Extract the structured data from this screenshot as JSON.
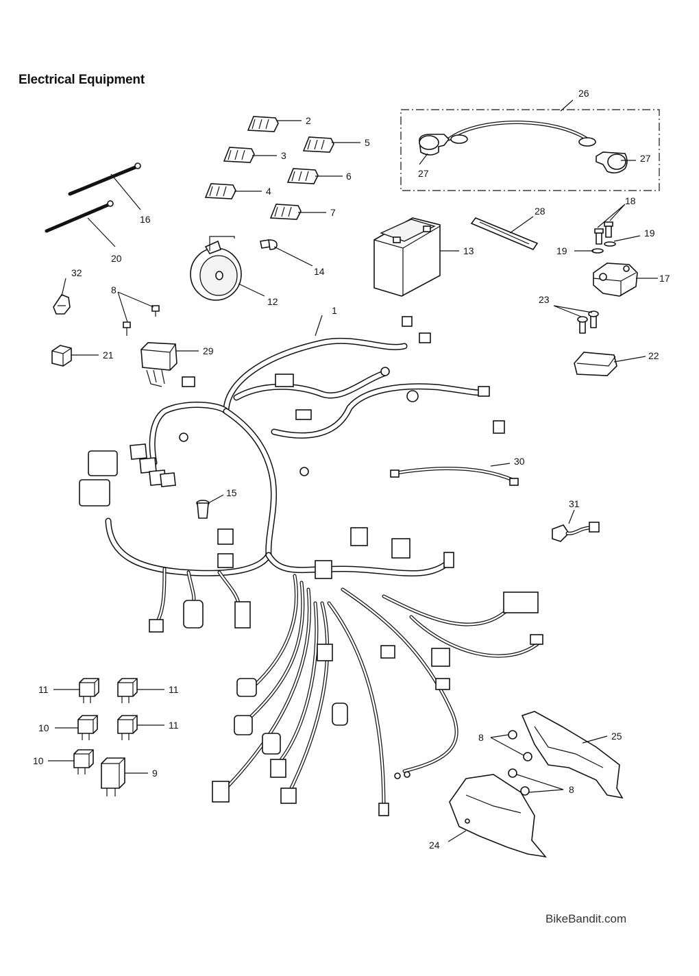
{
  "title": "Electrical Equipment",
  "watermark": "BikeBandit.com",
  "callouts": {
    "c1": "1",
    "c2": "2",
    "c3": "3",
    "c4": "4",
    "c5": "5",
    "c6": "6",
    "c7": "7",
    "c8a": "8",
    "c8b": "8",
    "c8c": "8",
    "c9": "9",
    "c10a": "10",
    "c10b": "10",
    "c11a": "11",
    "c11b": "11",
    "c11c": "11",
    "c12": "12",
    "c13": "13",
    "c14": "14",
    "c15": "15",
    "c16": "16",
    "c17": "17",
    "c18": "18",
    "c19a": "19",
    "c19b": "19",
    "c20": "20",
    "c21": "21",
    "c22": "22",
    "c23": "23",
    "c24": "24",
    "c25": "25",
    "c26": "26",
    "c27a": "27",
    "c27b": "27",
    "c28": "28",
    "c29": "29",
    "c30": "30",
    "c31": "31",
    "c32": "32"
  }
}
